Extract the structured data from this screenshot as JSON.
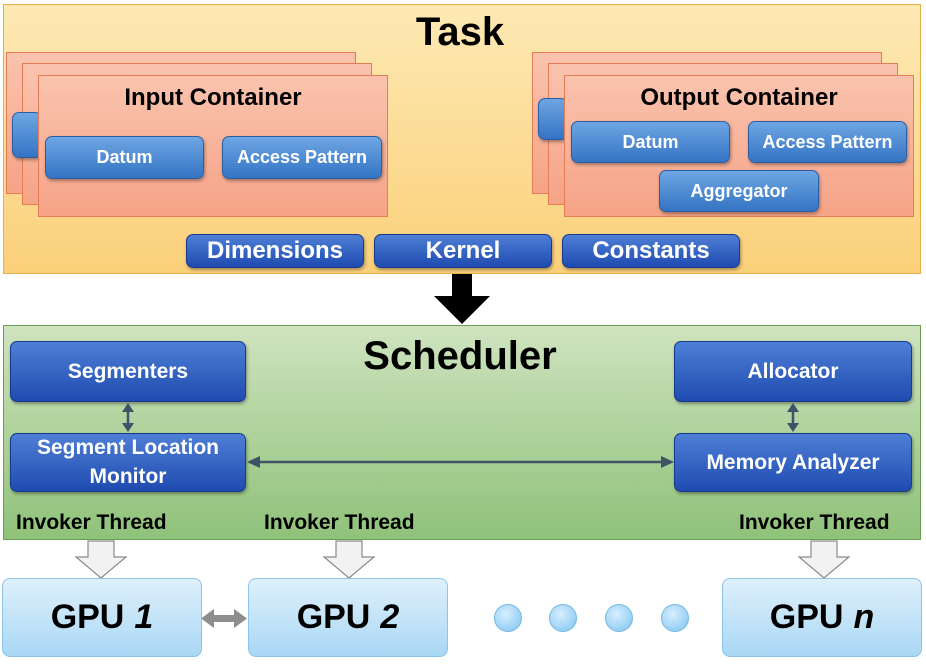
{
  "task": {
    "title": "Task",
    "input_container": {
      "title": "Input Container",
      "datum_label": "Datum",
      "access_pattern_label": "Access Pattern"
    },
    "output_container": {
      "title": "Output Container",
      "datum_label": "Datum",
      "access_pattern_label": "Access Pattern",
      "aggregator_label": "Aggregator"
    },
    "params": {
      "dimensions_label": "Dimensions",
      "kernel_label": "Kernel",
      "constants_label": "Constants"
    }
  },
  "scheduler": {
    "title": "Scheduler",
    "segmenters_label": "Segmenters",
    "segment_location_monitor_label": "Segment Location Monitor",
    "allocator_label": "Allocator",
    "memory_analyzer_label": "Memory Analyzer"
  },
  "invoker_threads": [
    "Invoker Thread",
    "Invoker Thread",
    "Invoker Thread"
  ],
  "gpus": [
    {
      "prefix": "GPU",
      "index": "1"
    },
    {
      "prefix": "GPU",
      "index": "2"
    },
    {
      "prefix": "GPU",
      "index": "n"
    }
  ],
  "colors": {
    "task_panel": "#fbd07a",
    "container": "#f6a386",
    "component_blue": "#3474c4",
    "param_navy": "#1f4bb0",
    "scheduler_panel": "#8fc27a",
    "gpu": "#a9d8f5",
    "arrow_black": "#000000",
    "connector": "#3f5266"
  }
}
